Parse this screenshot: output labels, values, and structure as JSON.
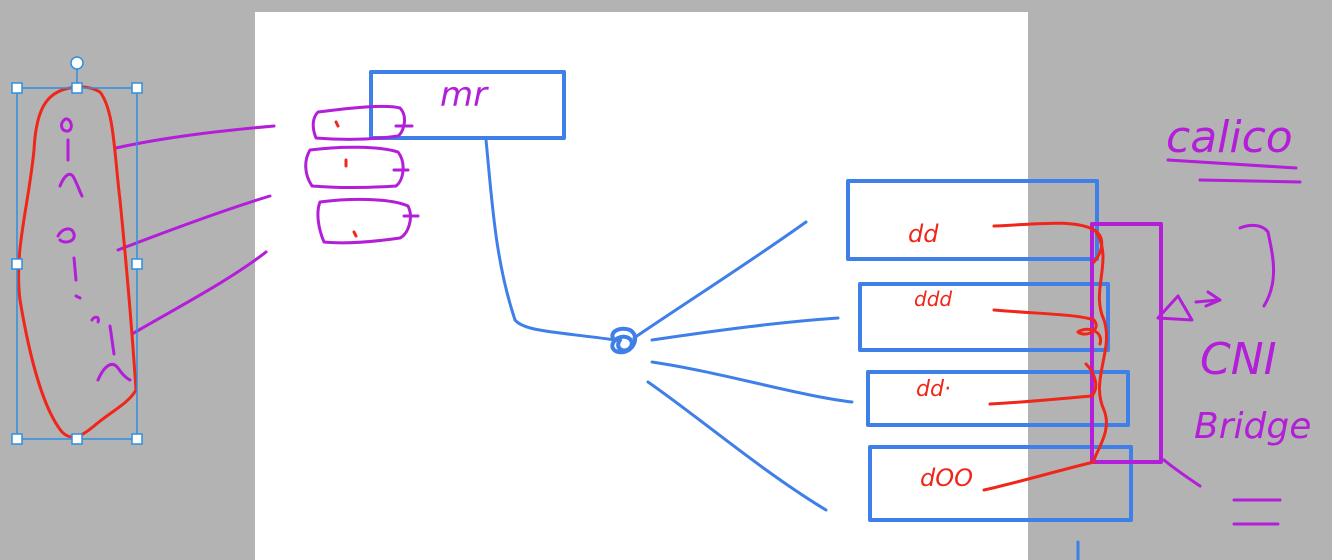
{
  "colors": {
    "backdrop": "#b3b3b3",
    "page": "#ffffff",
    "blue_ink": "#3f7fe8",
    "magenta_ink": "#b31ed8",
    "red_ink": "#f0261a",
    "selection": "#2f8fe0"
  },
  "labels": {
    "master_box": "mr",
    "worker_1": "dd",
    "worker_2": "ddd",
    "worker_3": "dd·",
    "worker_4": "dOO",
    "calico": "calico",
    "cni": "CNI",
    "bridge": "Bridge"
  },
  "icons": {
    "selection_handles": "square-handle",
    "rotation_handle": "circle-handle"
  }
}
